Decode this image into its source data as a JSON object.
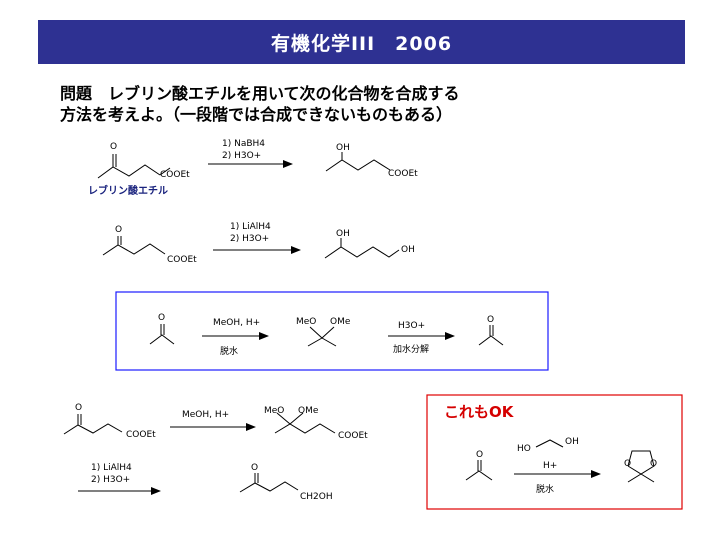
{
  "title": "有機化学III　2006",
  "question": {
    "line1": "問題　レブリン酸エチルを用いて次の化合物を合成する",
    "line2": "方法を考えよ。（一段階では合成できないものもある）"
  },
  "rxn1": {
    "start_label_O": "O",
    "start_label_ester": "COOEt",
    "start_name": "レブリン酸エチル",
    "reagent1": "1) NaBH4",
    "reagent2": "2) H3O+",
    "product_OH": "OH",
    "product_ester": "COOEt"
  },
  "rxn2": {
    "start_label_O": "O",
    "start_label_ester": "COOEt",
    "reagent1": "1) LiAlH4",
    "reagent2": "2) H3O+",
    "product_OH1": "OH",
    "product_OH2": "OH"
  },
  "box": {
    "label_O1": "O",
    "reagent_top": "MeOH, H+",
    "reagent_bottom": "脱水",
    "ketal_MeO": "MeO",
    "ketal_OMe": "OMe",
    "hydrolysis_top": "H3O+",
    "hydrolysis_bottom": "加水分解",
    "label_O2": "O"
  },
  "rxn3": {
    "start_label_O": "O",
    "start_label_ester": "COOEt",
    "reagent": "MeOH, H+",
    "product_MeO": "MeO",
    "product_OMe": "OMe",
    "product_ester": "COOEt",
    "reagent2_1": "1) LiAlH4",
    "reagent2_2": "2) H3O+",
    "final_O": "O",
    "final_group": "CH2OH"
  },
  "alt": {
    "heading": "これもOK",
    "label_O": "O",
    "diol_HO": "HO",
    "diol_OH": "OH",
    "catalyst": "H+",
    "condition": "脱水",
    "ring_O1": "O",
    "ring_O2": "O"
  },
  "colors": {
    "title_bar": "#2e3192",
    "box_border_blue": "#1a1aff",
    "box_border_red": "#e00000",
    "name_blue": "#1a237e",
    "heading_red": "#d50000"
  }
}
